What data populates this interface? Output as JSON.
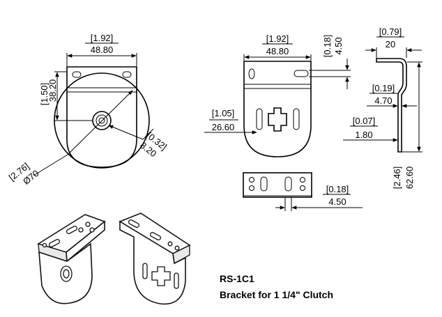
{
  "caption": {
    "model": "RS-1C1",
    "description": "Bracket for 1 1/4\" Clutch"
  },
  "front_view": {
    "width_in": "[1.92]",
    "width_mm": "48.80",
    "height_in": "[1.50]",
    "height_mm": "38.20",
    "diameter_in": "[2.76]",
    "diameter_mm": "Ø70",
    "hole_in": "[0.32]",
    "hole_mm": "8.20"
  },
  "rear_view": {
    "width_in": "[1.92]",
    "width_mm": "48.80",
    "slot_in": "[0.18]",
    "slot_mm": "4.50",
    "offset_in": "[1.05]",
    "offset_mm": "26.60"
  },
  "side_view": {
    "depth_in": "[0.79]",
    "depth_mm": "20",
    "bend_in": "[0.19]",
    "bend_mm": "4.70",
    "thickness_in": "[0.07]",
    "thickness_mm": "1.80",
    "height_in": "[2.46]",
    "height_mm": "62.60"
  },
  "top_view": {
    "slot_in": "[0.18]",
    "slot_mm": "4.50"
  }
}
